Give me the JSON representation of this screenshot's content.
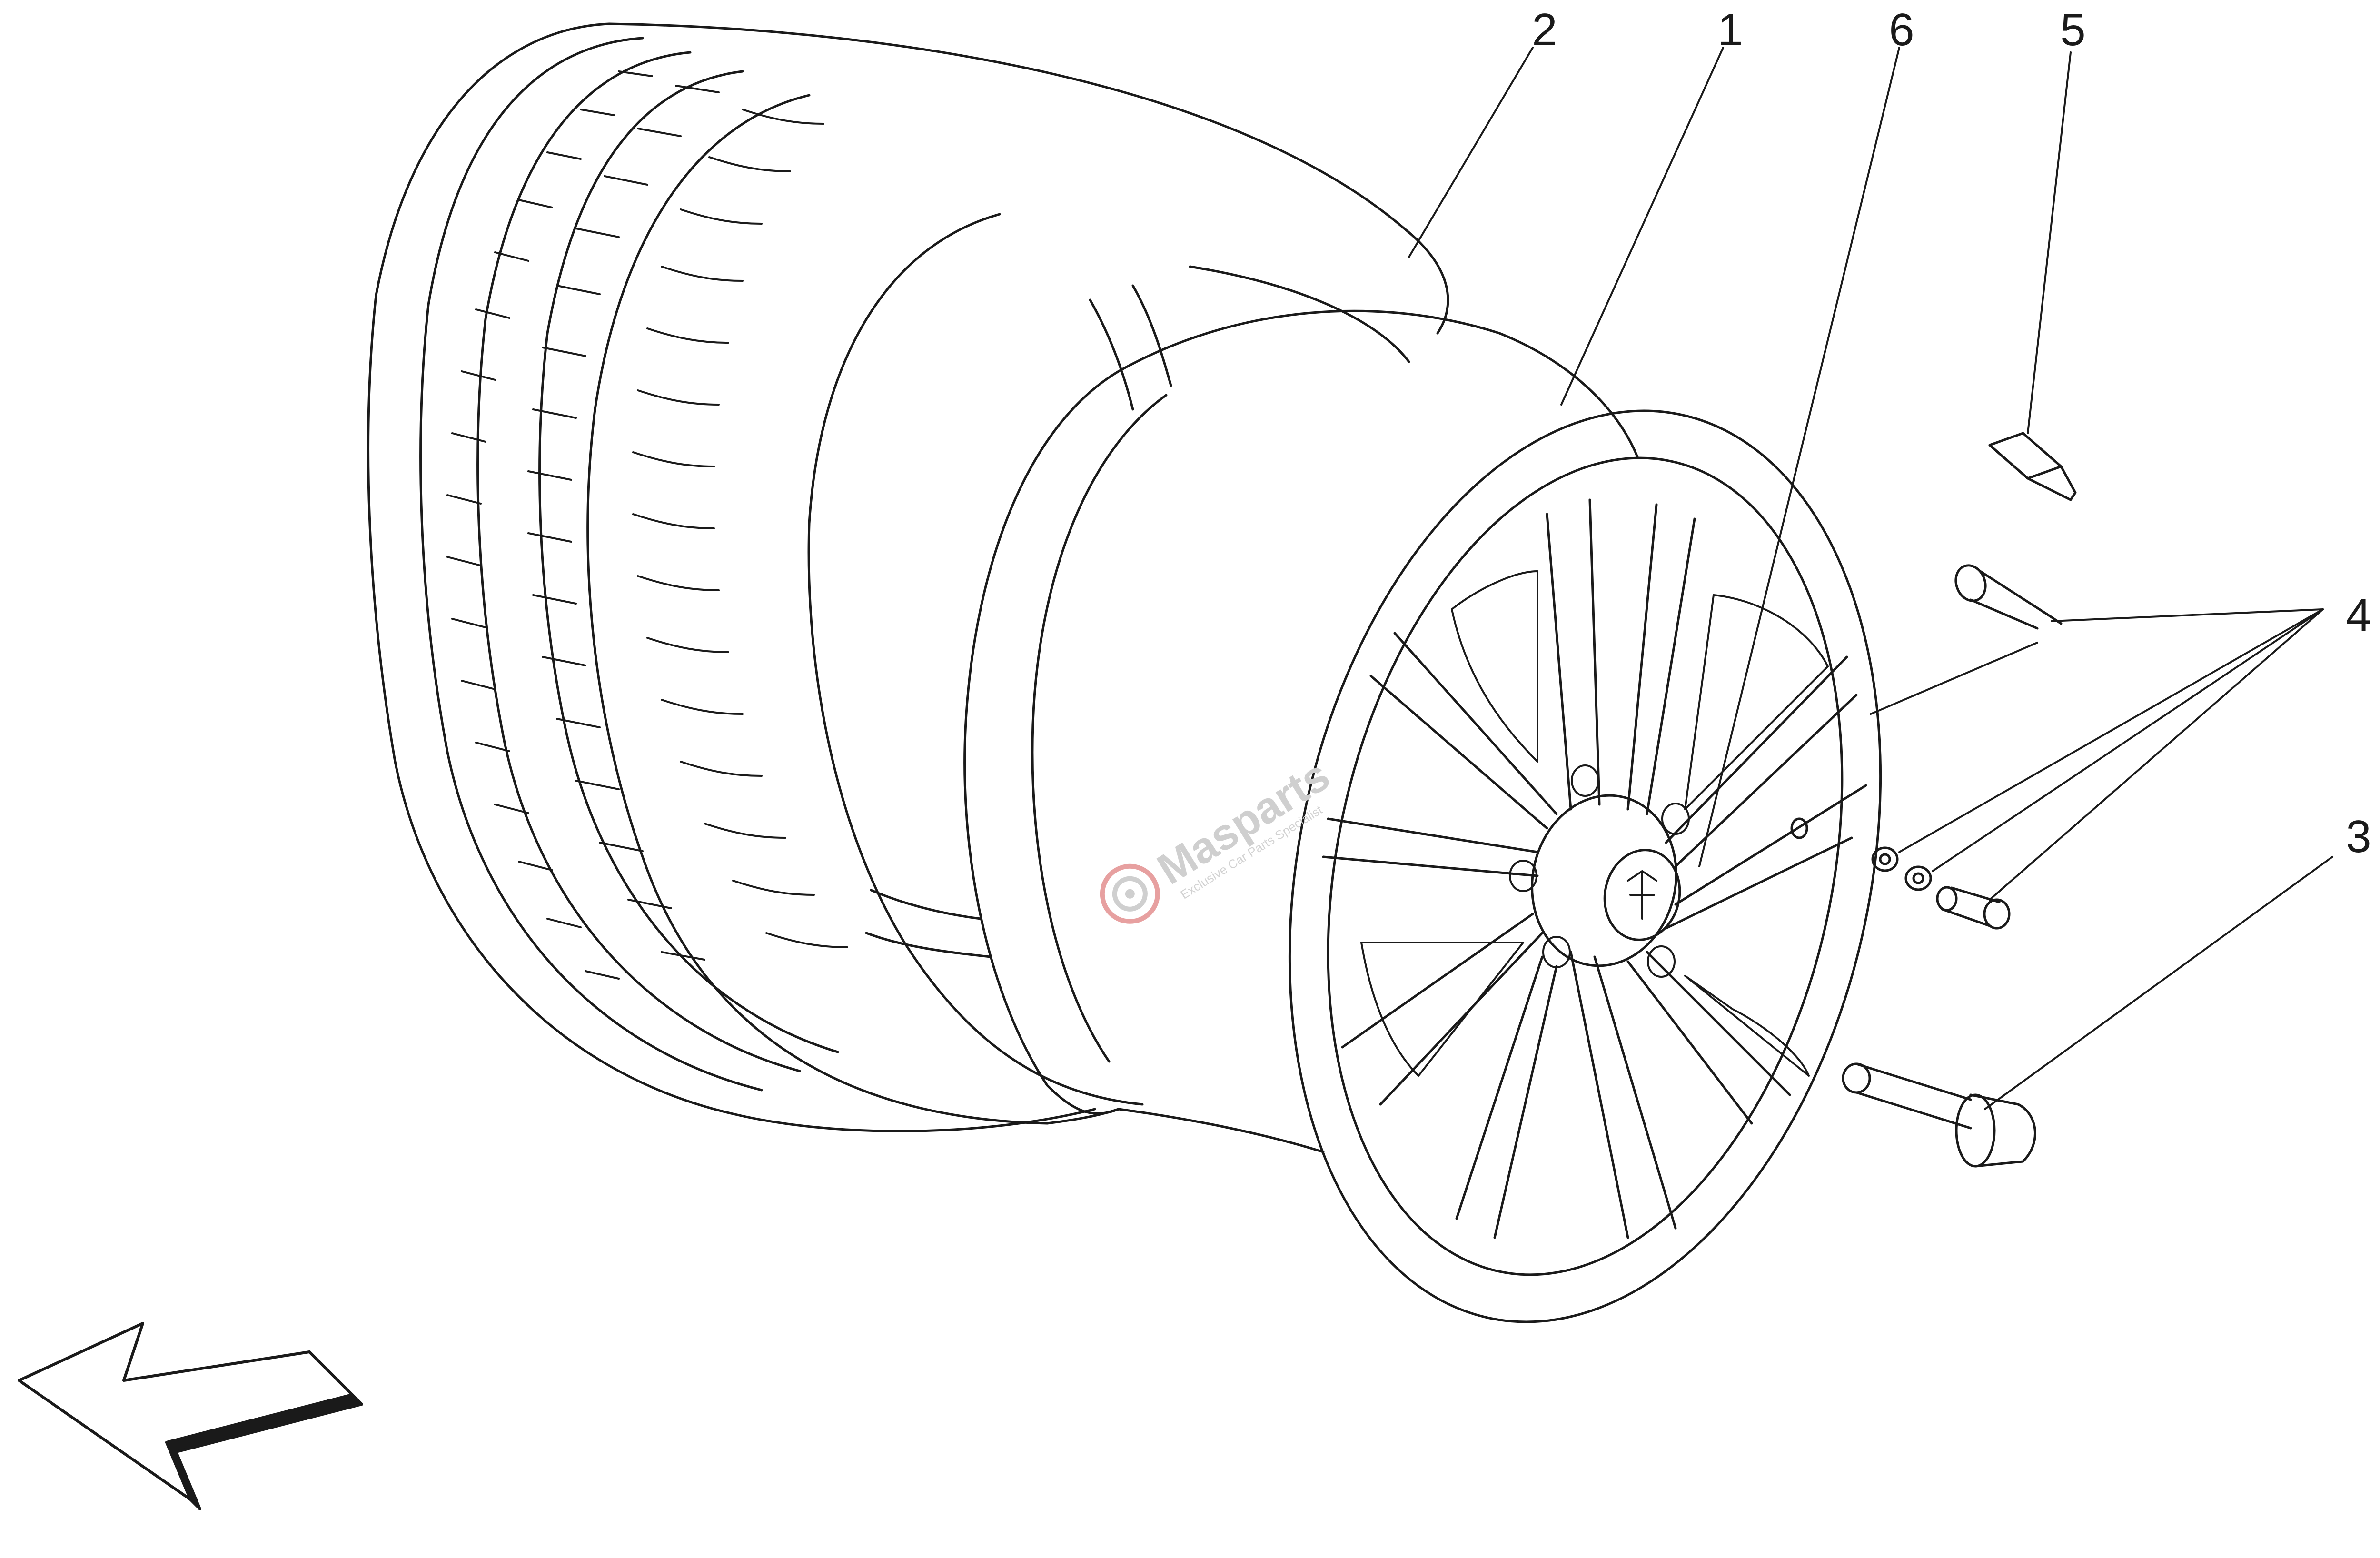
{
  "diagram": {
    "callouts": [
      {
        "id": "1",
        "label": "1"
      },
      {
        "id": "2",
        "label": "2"
      },
      {
        "id": "3",
        "label": "3"
      },
      {
        "id": "4",
        "label": "4"
      },
      {
        "id": "5",
        "label": "5"
      },
      {
        "id": "6",
        "label": "6"
      }
    ]
  },
  "watermark": {
    "brand": "Masparts",
    "tagline": "Exclusive Car Parts Specialist"
  },
  "colors": {
    "line": "#1a1a1a",
    "watermark_gray": "#cfcfcf",
    "watermark_red": "#e7a0a0"
  }
}
